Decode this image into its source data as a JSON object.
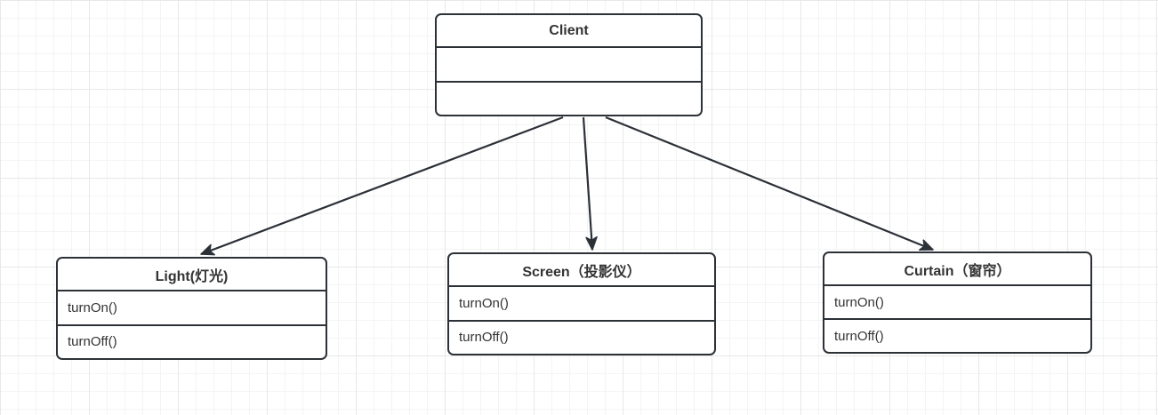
{
  "colors": {
    "stroke": "#2c3138",
    "text": "#333333",
    "box_background": "#ffffff",
    "grid_minor": "#f4f4f4",
    "grid_major": "#e8e8e8",
    "canvas_background": "#ffffff"
  },
  "classes": [
    {
      "name": "Client",
      "rows": [
        "",
        ""
      ]
    },
    {
      "name": "Light(灯光)",
      "rows": [
        "turnOn()",
        "turnOff()"
      ]
    },
    {
      "name": "Screen（投影仪）",
      "rows": [
        "turnOn()",
        "turnOff()"
      ]
    },
    {
      "name": "Curtain（窗帘）",
      "rows": [
        "turnOn()",
        "turnOff()"
      ]
    }
  ],
  "edges": [
    {
      "from": "Client",
      "to": "Light(灯光)",
      "type": "directed-arrow"
    },
    {
      "from": "Client",
      "to": "Screen（投影仪）",
      "type": "directed-arrow"
    },
    {
      "from": "Client",
      "to": "Curtain（窗帘）",
      "type": "directed-arrow"
    }
  ]
}
